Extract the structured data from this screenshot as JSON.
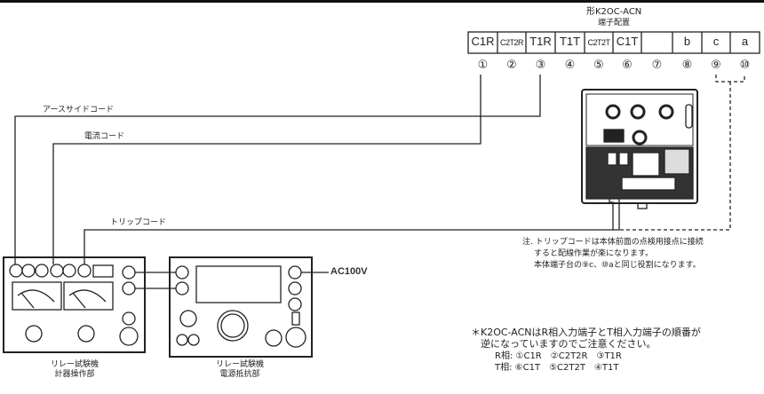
{
  "header": {
    "model": "形K2OC-ACN",
    "subtitle": "端子配置"
  },
  "terminals": [
    {
      "num": "①",
      "label": "C1R"
    },
    {
      "num": "②",
      "label": "C2T2R"
    },
    {
      "num": "③",
      "label": "T1R"
    },
    {
      "num": "④",
      "label": "T1T"
    },
    {
      "num": "⑤",
      "label": "C2T2T"
    },
    {
      "num": "⑥",
      "label": "C1T"
    },
    {
      "num": "⑦",
      "label": ""
    },
    {
      "num": "⑧",
      "label": "b"
    },
    {
      "num": "⑨",
      "label": "c"
    },
    {
      "num": "⑩",
      "label": "a"
    }
  ],
  "cords": {
    "earth": "アースサイドコード",
    "current": "電流コード",
    "trip": "トリップコード"
  },
  "power": "AC100V",
  "units": {
    "meter": [
      "リレー試験機",
      "計器操作部"
    ],
    "power": [
      "リレー試験機",
      "電源抵抗部"
    ]
  },
  "note": [
    "注. トリップコードは本体前面の点検用接点に接続",
    "すると配線作業が楽になります。",
    "本体端子台の⑨c、⑩aと同じ役割になります。"
  ],
  "caution": [
    "＊K2OC-ACNはR相入力端子とT相入力端子の順番が",
    "逆になっていますのでご注意ください。",
    "R相: ①C1R　②C2T2R　③T1R",
    "T相: ⑥C1T　⑤C2T2T　④T1T"
  ]
}
